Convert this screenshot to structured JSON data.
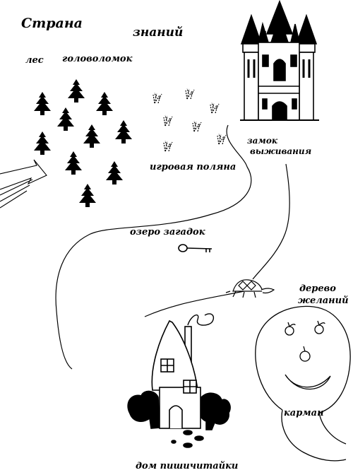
{
  "map": {
    "title": {
      "line1": "Страна",
      "line2": "знаний"
    },
    "places": {
      "forest_line1": "лес",
      "forest_line2": "головоломок",
      "castle_line1": "замок",
      "castle_line2": "выживания",
      "meadow": "игровая поляна",
      "lake": "озеро загадок",
      "tree_line1": "дерево",
      "tree_line2": "желаний",
      "pocket": "карман",
      "house": "дом пишичитайки"
    }
  },
  "colors": {
    "ink": "#000000",
    "paper": "#ffffff"
  }
}
